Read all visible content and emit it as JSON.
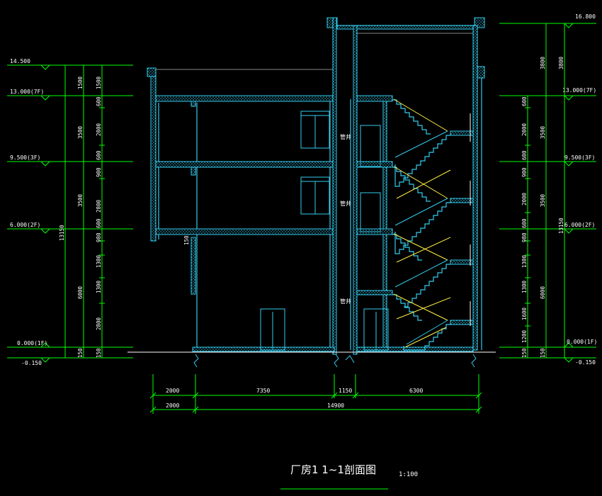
{
  "title": "厂房1  1~1剖面图",
  "scale": "1:100",
  "left_levels": [
    {
      "label": "14.500"
    },
    {
      "label": "13.000(7F)"
    },
    {
      "label": "9.500(3F)"
    },
    {
      "label": "6.000(2F)"
    },
    {
      "label": "0.000(1F)"
    },
    {
      "label": "-0.150"
    }
  ],
  "right_levels": [
    {
      "label": "16.800"
    },
    {
      "label": "13.000(7F)"
    },
    {
      "label": "9.500(3F)"
    },
    {
      "label": "6.000(2F)"
    },
    {
      "label": "0.000(1F)"
    },
    {
      "label": "-0.150"
    }
  ],
  "left_dims_outer": [
    "1500",
    "3500",
    "3500",
    "6000",
    "150"
  ],
  "left_total": "13150",
  "left_dims_inner": [
    "1500",
    "600",
    "2000",
    "600",
    "900",
    "2800",
    "600",
    "980",
    "1300",
    "1300",
    "2800",
    "150"
  ],
  "right_dims_outer": [
    "3800",
    "3500",
    "3500",
    "6000",
    "150"
  ],
  "right_total": "13150",
  "right_dims_inner": [
    "3800",
    "600",
    "2000",
    "600",
    "900",
    "2000",
    "600",
    "980",
    "1300",
    "1300",
    "1600",
    "1200",
    "150"
  ],
  "center_dim": "150",
  "bottom_dims_row1": [
    "2000",
    "7350",
    "1150",
    "6300"
  ],
  "bottom_dims_row2": [
    "2000",
    "14900"
  ],
  "room_labels": [
    "管井",
    "管井",
    "管井"
  ]
}
